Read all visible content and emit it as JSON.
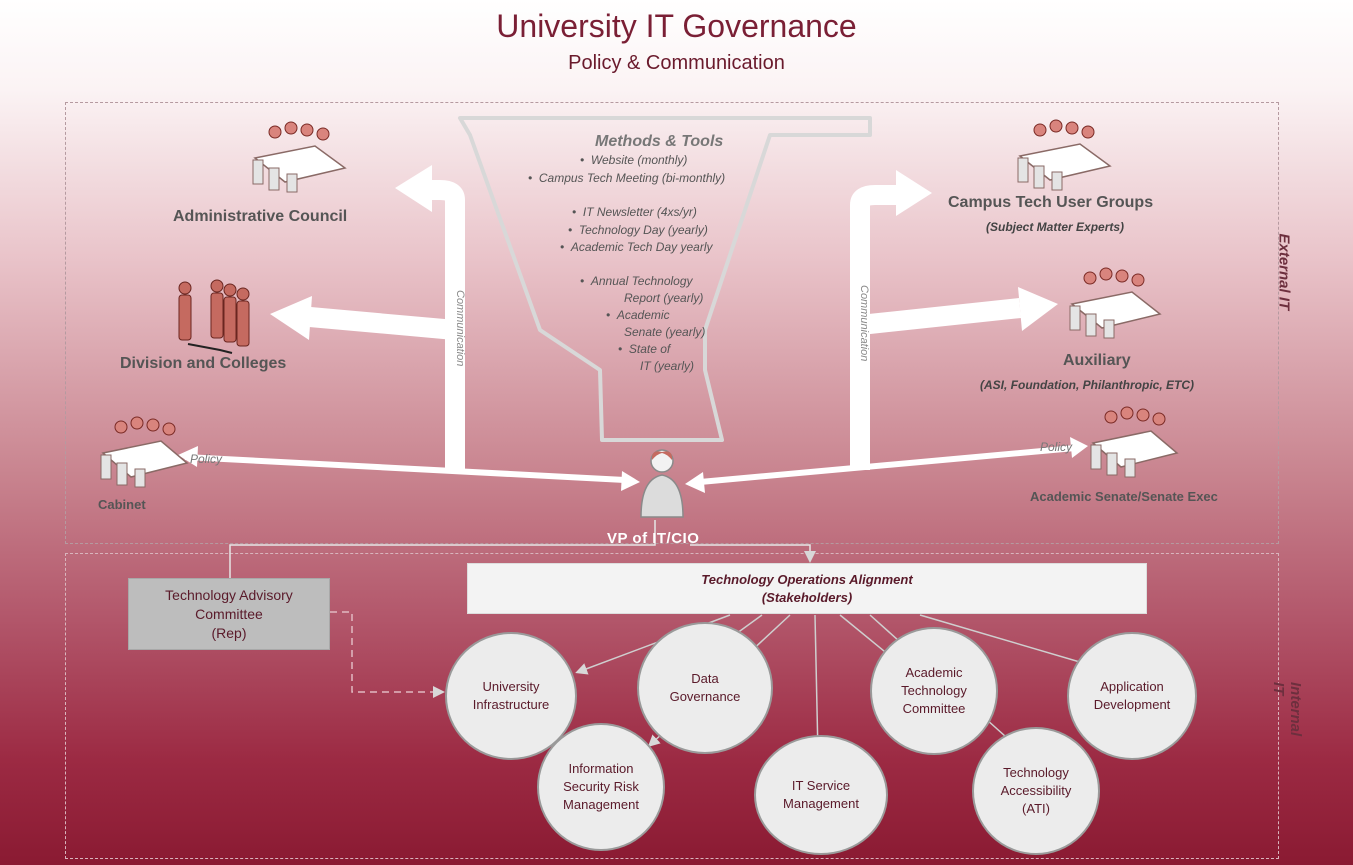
{
  "header": {
    "title": "University IT Governance",
    "subtitle": "Policy & Communication"
  },
  "zones": {
    "external": "External IT",
    "internal": "Internal IT"
  },
  "methods_tools": {
    "title": "Methods & Tools",
    "items": [
      [
        "Website (monthly)"
      ],
      [
        "Campus Tech Meeting (bi-monthly)"
      ],
      [
        "IT Newsletter (4xs/yr)"
      ],
      [
        "Technology Day (yearly)"
      ],
      [
        "Academic Tech Day yearly"
      ],
      [
        "Annual Technology",
        "Report (yearly)"
      ],
      [
        "Academic",
        "Senate (yearly)"
      ],
      [
        "State of",
        "IT (yearly)"
      ]
    ]
  },
  "groups": {
    "admin_council": "Administrative Council",
    "divisions": "Division and Colleges",
    "cabinet": "Cabinet",
    "campus_tech": "Campus Tech User Groups",
    "campus_tech_sub": "(Subject Matter Experts)",
    "auxiliary": "Auxiliary",
    "auxiliary_sub": "(ASI, Foundation, Philanthropic, ETC)",
    "senate": "Academic Senate/Senate Exec"
  },
  "labels": {
    "communication": "Communication",
    "policy": "Policy",
    "vp": "VP of IT/CIO"
  },
  "tech_ops": {
    "line1": "Technology Operations Alignment",
    "line2": "(Stakeholders)"
  },
  "advisory": {
    "line1": "Technology Advisory",
    "line2": "Committee",
    "line3": "(Rep)"
  },
  "circles": [
    [
      "University",
      "Infrastructure"
    ],
    [
      "Data",
      "Governance"
    ],
    [
      "Information",
      "Security Risk",
      "Management"
    ],
    [
      "IT Service",
      "Management"
    ],
    [
      "Academic",
      "Technology",
      "Committee"
    ],
    [
      "Technology",
      "Accessibility",
      "(ATI)"
    ],
    [
      "Application",
      "Development"
    ]
  ],
  "colors": {
    "title": "#7a1f35",
    "arrow": "#ffffff",
    "bg_bottom": "#8a1a32"
  },
  "icons": [
    "meeting-table-icon",
    "people-group-icon",
    "person-icon",
    "funnel-shape"
  ]
}
